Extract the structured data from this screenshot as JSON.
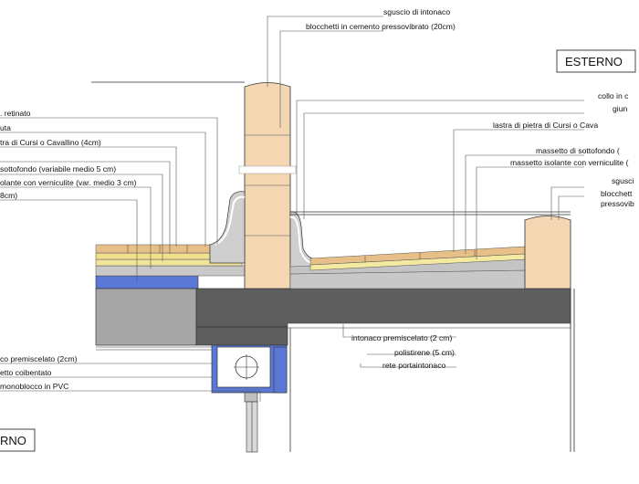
{
  "labels": {
    "sguscio_top": "sguscio di intonaco",
    "blocchetti_top": "blocchetti in cemento pressovibrato (20cm)",
    "collo": "collo in c",
    "giunto": "giun",
    "lastra_right": "lastra di pietra di Cursi o Cava",
    "massetto_sotto_right": "massetto di sottofondo (",
    "massetto_isol_right": "massetto isolante con verniculite (",
    "sguscio_right": "sgusci",
    "blocchetti_right_1": "blocchett",
    "blocchetti_right_2": "pressovib",
    "retinato": ". retinato",
    "uta": "uta",
    "lastra_left": "tra di Cursi o Cavallino (4cm)",
    "massetto_sotto_left": "sottofondo (variabile medio 5 cm)",
    "massetto_isol_left": "olante con verniculite (var. medio 3 cm)",
    "eight_cm": "8cm)",
    "intonaco_prem_right": "intonaco premiscelato (2 cm)",
    "polistirene": "polistirene (5 cm)",
    "rete": "rete portaintonaco",
    "intonaco_prem_left": "co premiscelato (2cm)",
    "cassonetto": "etto coibentato",
    "monoblocco": "monoblocco in PVC"
  },
  "zones": {
    "esterno": "ESTERNO",
    "interno": "RNO"
  },
  "colors": {
    "concrete": "#5e5e5e",
    "concrete_light": "#a9a9a9",
    "block": "#f5d6b3",
    "insulation": "#5b78d6",
    "screed_yellow": "#f3e9a1",
    "stone": "#e7c089",
    "membrane": "#d0d0d0"
  }
}
